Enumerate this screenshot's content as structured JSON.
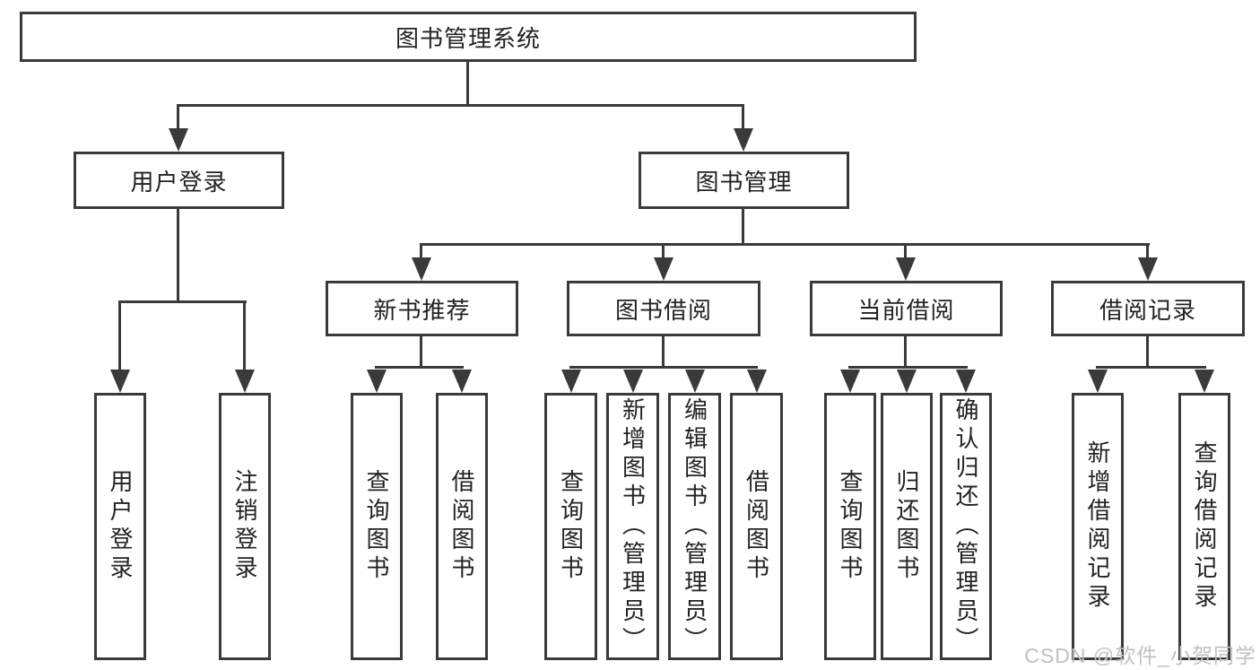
{
  "diagram": {
    "root": {
      "label": "图书管理系统"
    },
    "level2": {
      "user_login": {
        "label": "用户登录"
      },
      "book_management": {
        "label": "图书管理"
      }
    },
    "level3": {
      "new_book_recommend": {
        "label": "新书推荐"
      },
      "book_borrow": {
        "label": "图书借阅"
      },
      "current_borrow": {
        "label": "当前借阅"
      },
      "borrow_record": {
        "label": "借阅记录"
      }
    },
    "leaves": [
      {
        "label": "用户登录"
      },
      {
        "label": "注销登录"
      },
      {
        "label": "查询图书"
      },
      {
        "label": "借阅图书"
      },
      {
        "label": "查询图书"
      },
      {
        "label": "新增图书（管理员）"
      },
      {
        "label": "编辑图书（管理员）"
      },
      {
        "label": "借阅图书"
      },
      {
        "label": "查询图书"
      },
      {
        "label": "归还图书"
      },
      {
        "label": "确认归还（管理员）"
      },
      {
        "label": "新增借阅记录"
      },
      {
        "label": "查询借阅记录"
      }
    ]
  },
  "watermark": {
    "text": "CSDN @软件_小贺同学",
    "color": "#c2c0c0"
  },
  "colors": {
    "line": "#3a3a3a",
    "text": "#222222",
    "background": "#ffffff"
  }
}
